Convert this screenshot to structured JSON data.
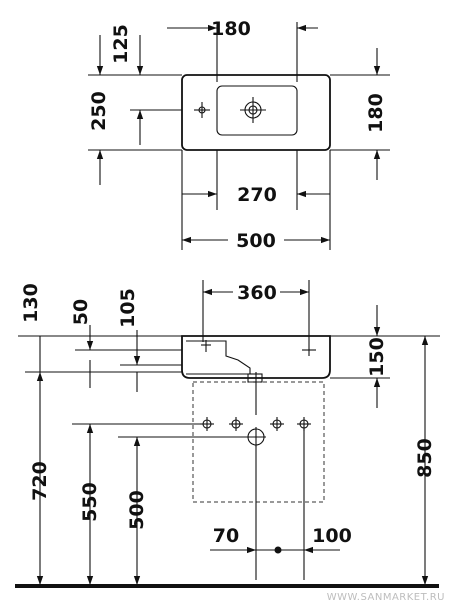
{
  "top_view": {
    "dims": {
      "d180_top": "180",
      "d125": "125",
      "d250": "250",
      "d180_right": "180",
      "d270": "270",
      "d500": "500"
    }
  },
  "front_view": {
    "dims": {
      "d360": "360",
      "d130": "130",
      "d50": "50",
      "d105": "105",
      "d150": "150",
      "d720": "720",
      "d550": "550",
      "d500": "500",
      "d850": "850",
      "d70": "70",
      "d100": "100"
    }
  },
  "watermark": "WWW.SANMARKET.RU",
  "colors": {
    "line": "#111111",
    "watermark": "#bdbdbd",
    "background": "#ffffff"
  }
}
